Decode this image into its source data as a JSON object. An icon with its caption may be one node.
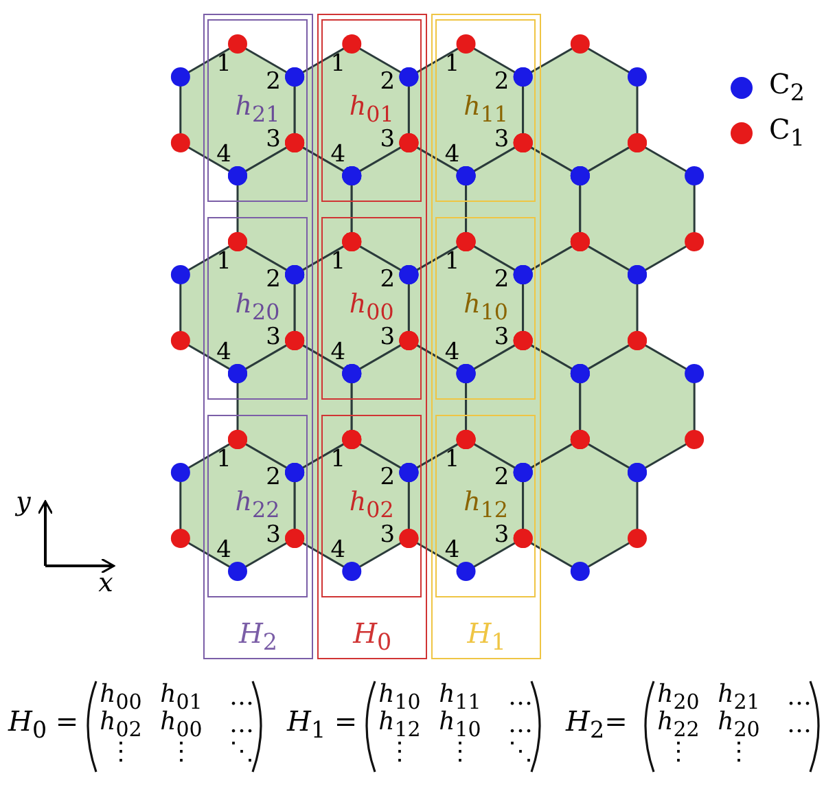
{
  "diagram": {
    "nodes": [
      {
        "text": [
          "*H*$_{2}$"
        ]
      },
      {
        "text": [
          "*h*$_{21}$"
        ],
        "in": 0
      },
      {
        "text": [
          "*h*$_{20}$"
        ],
        "in": 0
      },
      {
        "text": [
          "*h*$_{22}$"
        ],
        "in": 0
      },
      {
        "text": [
          "*H*$_{0}$"
        ]
      },
      {
        "text": [
          "*h*$_{01}$"
        ],
        "in": 4
      },
      {
        "text": [
          "*h*$_{00}$"
        ],
        "in": 4
      },
      {
        "text": [
          "*h*$_{02}$"
        ],
        "in": 4
      },
      {
        "text": [
          "*H*$_{1}$"
        ]
      },
      {
        "text": [
          "*h*$_{11}$"
        ],
        "in": 8
      },
      {
        "text": [
          "*h*$_{10}$"
        ],
        "in": 8
      },
      {
        "text": [
          "*h*$_{12}$"
        ],
        "in": 8
      }
    ],
    "edges": [],
    "labels": [
      "1",
      "2",
      "3",
      "4",
      "1",
      "2",
      "3",
      "4",
      "1",
      "2",
      "3",
      "4",
      "1",
      "2",
      "3",
      "4",
      "1",
      "2",
      "3",
      "4",
      "1",
      "2",
      "3",
      "4",
      "1",
      "2",
      "3",
      "4",
      "1",
      "2",
      "3",
      "4",
      "1",
      "2",
      "3",
      "4",
      "*y*",
      "*x*",
      "*H*$_{0}$ =",
      "*h*$_{00}$",
      "*h*$_{01}$",
      "…",
      "*h*$_{02}$",
      "*h*$_{00}$",
      "…",
      "⋮",
      "⋮",
      "⋱",
      "*H*$_{1}$ =",
      "*h*$_{10}$",
      "*h*$_{11}$",
      "…",
      "*h*$_{12}$",
      "*h*$_{10}$",
      "…",
      "⋮",
      "⋮",
      "⋱",
      "*H*$_{2}$=",
      "*h*$_{20}$",
      "*h*$_{21}$",
      "…",
      "*h*$_{22}$",
      "*h*$_{20}$",
      "…",
      "⋮",
      "⋮"
    ],
    "legend": [
      {
        "text": "C$_{2}$",
        "color": "#1a1ae6"
      },
      {
        "text": "C$_{1}$",
        "color": "#e61a1a"
      }
    ]
  }
}
